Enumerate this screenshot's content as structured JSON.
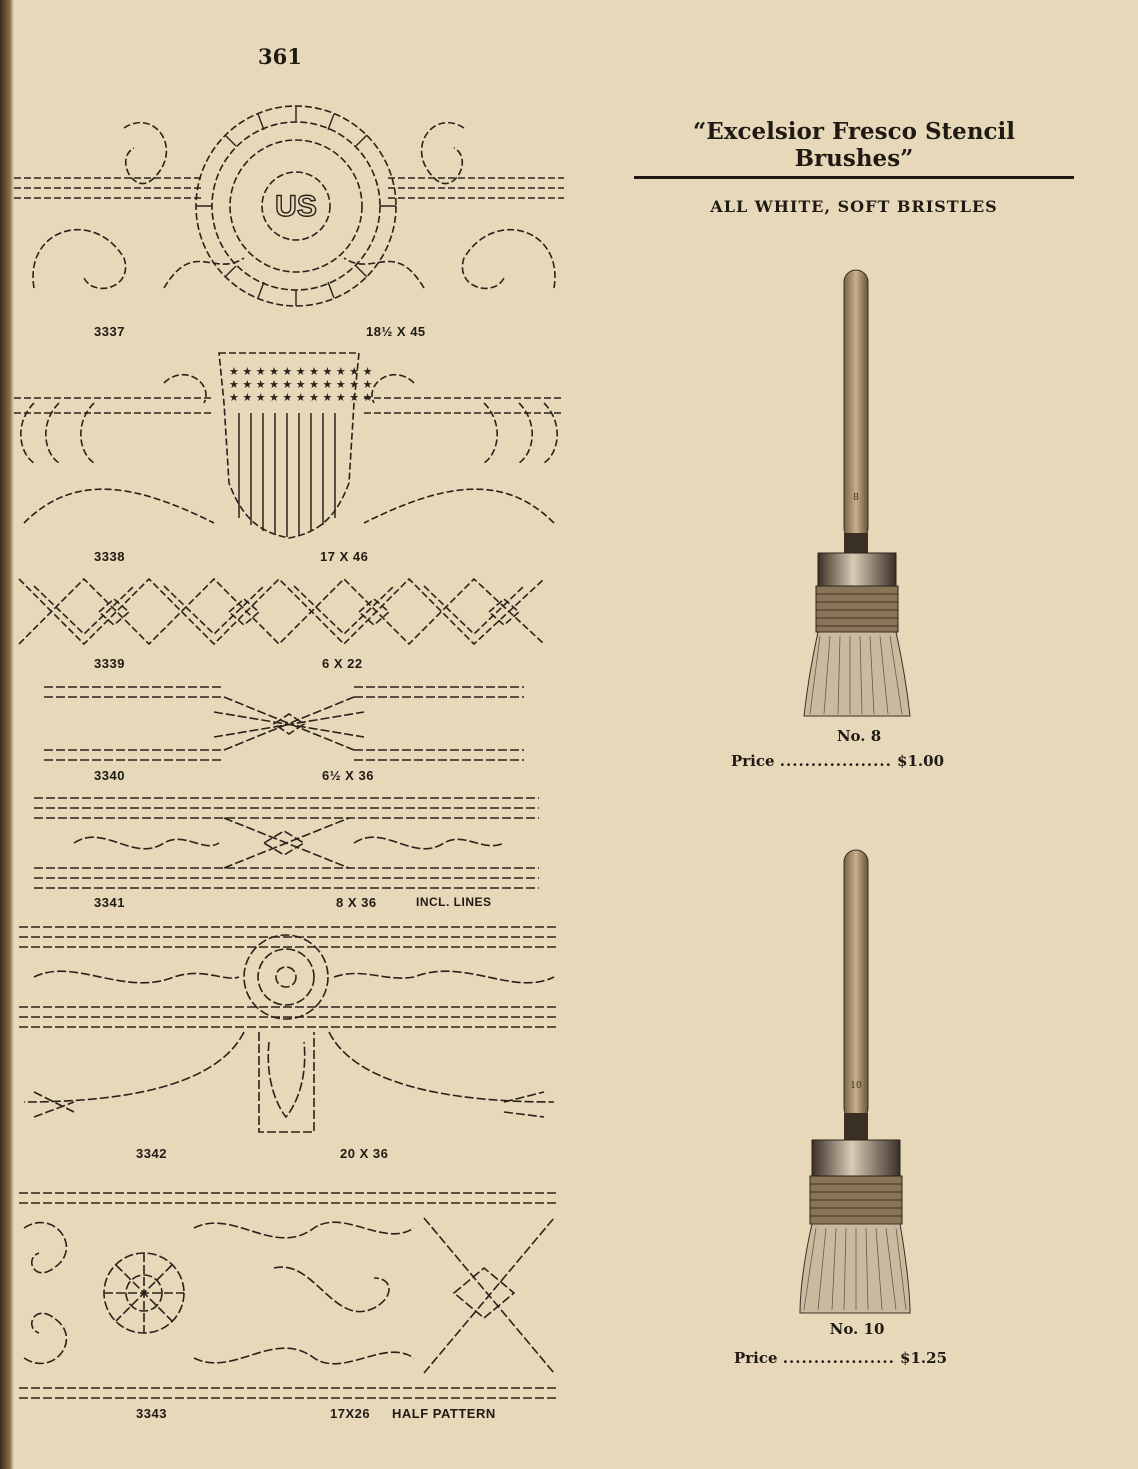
{
  "page": {
    "number": "361"
  },
  "heading": {
    "title": "“Excelsior Fresco Stencil Brushes”",
    "subtitle": "ALL WHITE, SOFT BRISTLES"
  },
  "stencils": [
    {
      "code": "3337",
      "size": "18½ X 45",
      "extra": ""
    },
    {
      "code": "3338",
      "size": "17 X 46",
      "extra": ""
    },
    {
      "code": "3339",
      "size": "6 X 22",
      "extra": ""
    },
    {
      "code": "3340",
      "size": "6½ X 36",
      "extra": ""
    },
    {
      "code": "3341",
      "size": "8 X 36",
      "extra": "INCL. LINES"
    },
    {
      "code": "3342",
      "size": "20 X 36",
      "extra": ""
    },
    {
      "code": "3343",
      "size": "17X26",
      "extra": "HALF PATTERN"
    }
  ],
  "brushes": [
    {
      "label": "No. 8",
      "price_label": "Price",
      "dots": "..................",
      "price": "$1.00",
      "handle_mark": "8"
    },
    {
      "label": "No. 10",
      "price_label": "Price",
      "dots": "..................",
      "price": "$1.25",
      "handle_mark": "10"
    }
  ],
  "emblem_text": "US"
}
